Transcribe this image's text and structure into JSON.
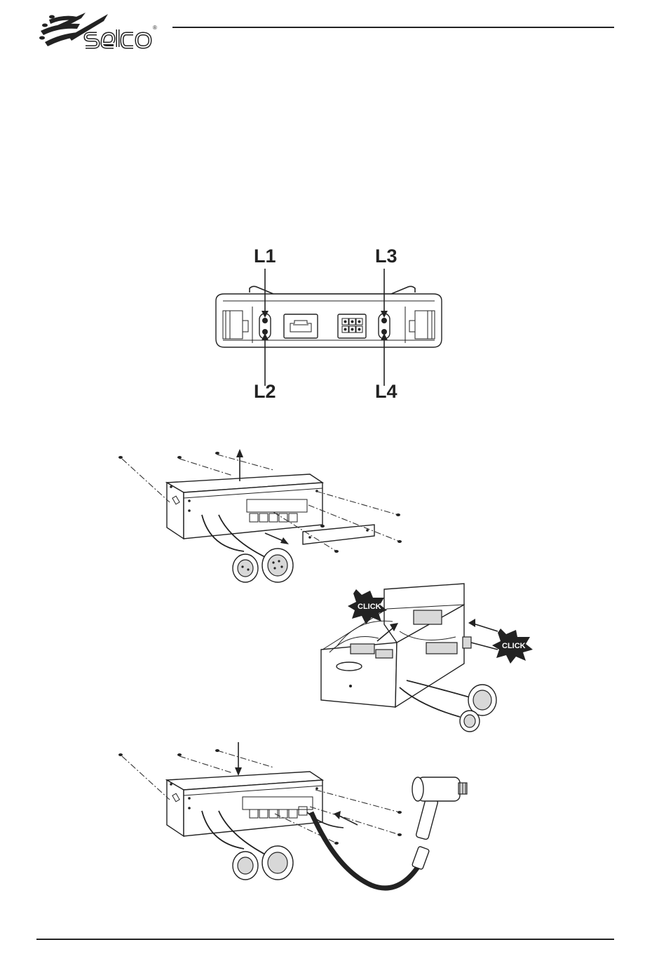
{
  "header": {
    "brand_logo_text": "selco",
    "brand_logo_mark": "®"
  },
  "figure_connector_panel": {
    "led_labels": [
      "L1",
      "L2",
      "L3",
      "L4"
    ]
  },
  "figure_install": {
    "click_labels": [
      "CLICK",
      "CLICK"
    ]
  },
  "icons": [
    "selco-logo-icon",
    "click-burst-icon",
    "arrow-icon",
    "screw-icon",
    "connector-plug-icon",
    "pulse-probe-icon"
  ]
}
